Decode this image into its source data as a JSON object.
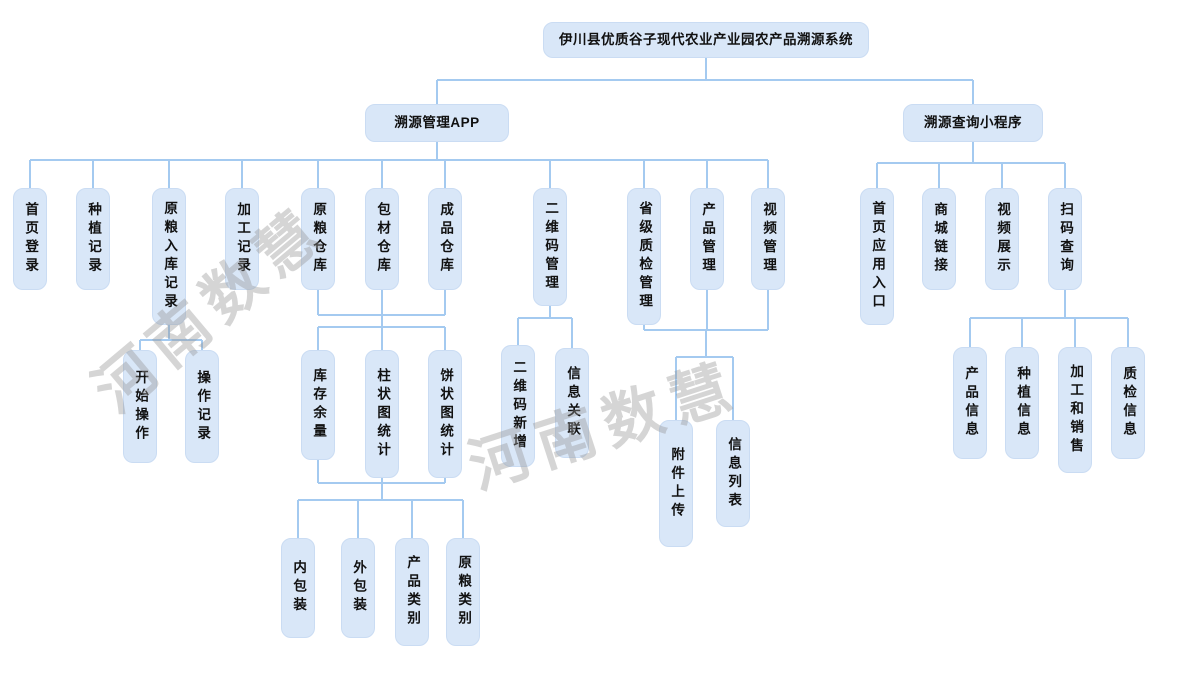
{
  "diagram_type": "org-tree",
  "colors": {
    "node_fill": "#d9e7f8",
    "node_border": "#cadcf3",
    "connector_line": "#a4caf0",
    "text": "#111111",
    "watermark": "#969696"
  },
  "watermark": {
    "text": "河南数慧"
  },
  "nodes": [
    {
      "id": "root",
      "label": "伊川县优质谷子现代农业产业园农产品溯源系统",
      "parents": []
    },
    {
      "id": "trace-app",
      "label": "溯源管理APP",
      "parents": [
        "root"
      ]
    },
    {
      "id": "trace-miniprogram",
      "label": "溯源查询小程序",
      "parents": [
        "root"
      ]
    },
    {
      "id": "home-login",
      "label": "首页登录",
      "parents": [
        "trace-app"
      ]
    },
    {
      "id": "planting-record",
      "label": "种植记录",
      "parents": [
        "trace-app"
      ]
    },
    {
      "id": "raw-grain-inbound-record",
      "label": "原粮入库记录",
      "parents": [
        "trace-app"
      ]
    },
    {
      "id": "processing-record",
      "label": "加工记录",
      "parents": [
        "trace-app"
      ]
    },
    {
      "id": "raw-grain-warehouse",
      "label": "原粮仓库",
      "parents": [
        "trace-app"
      ]
    },
    {
      "id": "packaging-warehouse",
      "label": "包材仓库",
      "parents": [
        "trace-app"
      ]
    },
    {
      "id": "finished-warehouse",
      "label": "成品仓库",
      "parents": [
        "trace-app"
      ]
    },
    {
      "id": "qr-code-management",
      "label": "二维码管理",
      "parents": [
        "trace-app"
      ]
    },
    {
      "id": "provincial-qc-management",
      "label": "省级质检管理",
      "parents": [
        "trace-app"
      ]
    },
    {
      "id": "product-management",
      "label": "产品管理",
      "parents": [
        "trace-app"
      ]
    },
    {
      "id": "video-management",
      "label": "视频管理",
      "parents": [
        "trace-app"
      ]
    },
    {
      "id": "home-app-entry",
      "label": "首页应用入口",
      "parents": [
        "trace-miniprogram"
      ]
    },
    {
      "id": "mall-link",
      "label": "商城链接",
      "parents": [
        "trace-miniprogram"
      ]
    },
    {
      "id": "video-display",
      "label": "视频展示",
      "parents": [
        "trace-miniprogram"
      ]
    },
    {
      "id": "scan-code-query",
      "label": "扫码查询",
      "parents": [
        "trace-miniprogram"
      ]
    },
    {
      "id": "start-operation",
      "label": "开始操作",
      "parents": [
        "raw-grain-inbound-record"
      ]
    },
    {
      "id": "operation-record",
      "label": "操作记录",
      "parents": [
        "raw-grain-inbound-record"
      ]
    },
    {
      "id": "inventory-balance",
      "label": "库存余量",
      "parents": [
        "raw-grain-warehouse",
        "packaging-warehouse",
        "finished-warehouse"
      ]
    },
    {
      "id": "bar-chart-stats",
      "label": "柱状图统计",
      "parents": [
        "raw-grain-warehouse",
        "packaging-warehouse",
        "finished-warehouse"
      ]
    },
    {
      "id": "pie-chart-stats",
      "label": "饼状图统计",
      "parents": [
        "raw-grain-warehouse",
        "packaging-warehouse",
        "finished-warehouse"
      ]
    },
    {
      "id": "qr-code-add",
      "label": "二维码新增",
      "parents": [
        "qr-code-management"
      ]
    },
    {
      "id": "info-association",
      "label": "信息关联",
      "parents": [
        "qr-code-management"
      ]
    },
    {
      "id": "attachment-upload",
      "label": "附件上传",
      "parents": [
        "provincial-qc-management",
        "product-management",
        "video-management"
      ]
    },
    {
      "id": "info-list",
      "label": "信息列表",
      "parents": [
        "provincial-qc-management",
        "product-management",
        "video-management"
      ]
    },
    {
      "id": "inner-packaging",
      "label": "内包装",
      "parents": [
        "inventory-balance",
        "bar-chart-stats",
        "pie-chart-stats"
      ]
    },
    {
      "id": "outer-packaging",
      "label": "外包装",
      "parents": [
        "inventory-balance",
        "bar-chart-stats",
        "pie-chart-stats"
      ]
    },
    {
      "id": "product-category",
      "label": "产品类别",
      "parents": [
        "inventory-balance",
        "bar-chart-stats",
        "pie-chart-stats"
      ]
    },
    {
      "id": "raw-grain-category",
      "label": "原粮类别",
      "parents": [
        "inventory-balance",
        "bar-chart-stats",
        "pie-chart-stats"
      ]
    },
    {
      "id": "product-info",
      "label": "产品信息",
      "parents": [
        "scan-code-query"
      ]
    },
    {
      "id": "planting-info",
      "label": "种植信息",
      "parents": [
        "scan-code-query"
      ]
    },
    {
      "id": "processing-and-sales",
      "label": "加工和销售",
      "parents": [
        "scan-code-query"
      ]
    },
    {
      "id": "qc-info",
      "label": "质检信息",
      "parents": [
        "scan-code-query"
      ]
    }
  ]
}
